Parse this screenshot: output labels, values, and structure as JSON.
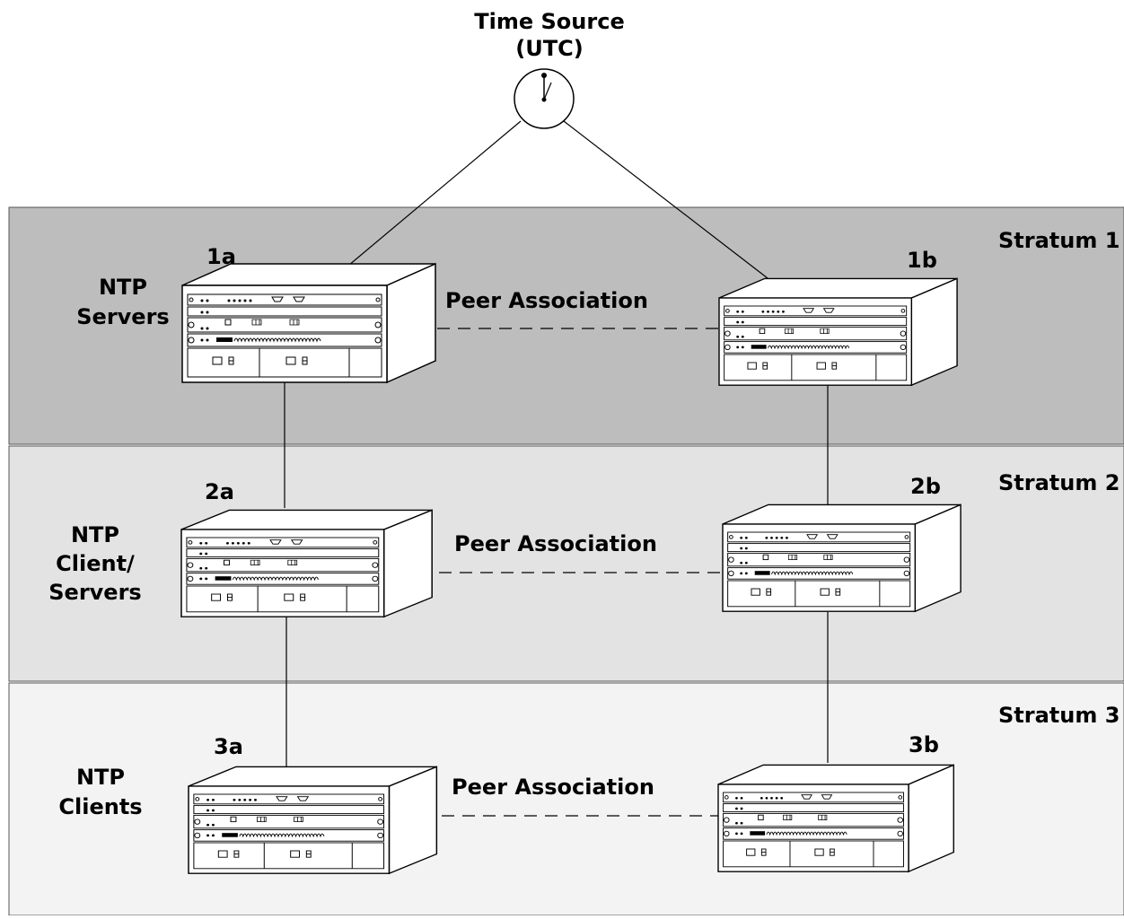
{
  "time_source": {
    "title_line1": "Time Source",
    "title_line2": "(UTC)"
  },
  "strata": [
    {
      "label": "Stratum 1",
      "role_lines": [
        "NTP",
        "Servers"
      ],
      "fill": "#bdbdbd",
      "peer_label": "Peer Association",
      "device_a": "1a",
      "device_b": "1b"
    },
    {
      "label": "Stratum 2",
      "role_lines": [
        "NTP",
        "Client/",
        "Servers"
      ],
      "fill": "#e3e3e3",
      "peer_label": "Peer Association",
      "device_a": "2a",
      "device_b": "2b"
    },
    {
      "label": "Stratum 3",
      "role_lines": [
        "NTP",
        "Clients"
      ],
      "fill": "#f3f3f3",
      "peer_label": "Peer Association",
      "device_a": "3a",
      "device_b": "3b"
    }
  ],
  "icons": {
    "clock": "clock-icon",
    "router": "router-chassis-icon"
  }
}
